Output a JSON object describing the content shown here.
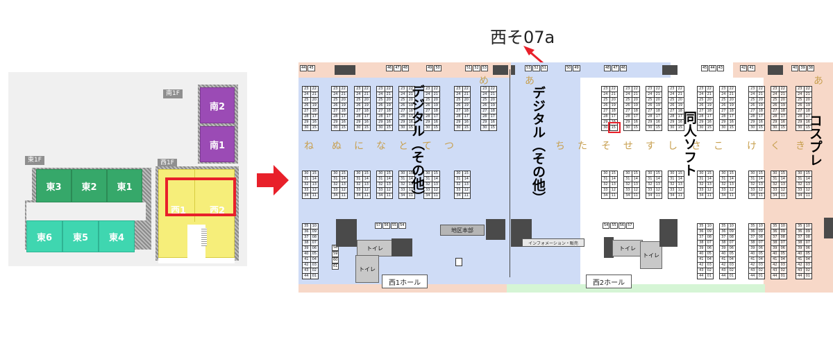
{
  "callout": {
    "label": "西そ07a"
  },
  "overview": {
    "tags": [
      "南1F",
      "東1F",
      "西1F"
    ],
    "halls": {
      "e3": "東3",
      "e2": "東2",
      "e1": "東1",
      "e6": "東6",
      "e5": "東5",
      "e4": "東4",
      "s2": "南2",
      "s1": "南1",
      "w1": "西1",
      "w2": "西2"
    }
  },
  "map": {
    "top_numbers": {
      "a": [
        "44",
        "45"
      ],
      "b": [
        "46",
        "47",
        "48"
      ],
      "c": [
        "49",
        "50"
      ],
      "d": [
        "51",
        "52",
        "53"
      ],
      "e": [
        "53",
        "52",
        "51"
      ],
      "f": [
        "50",
        "49"
      ],
      "g": [
        "48",
        "47",
        "46"
      ],
      "h": [
        "45",
        "44",
        "43"
      ],
      "i": [
        "42",
        "41"
      ],
      "j": [
        "40",
        "39",
        "38"
      ]
    },
    "mid_numbers": {
      "k": [
        "57",
        "56",
        "55",
        "54"
      ],
      "l": [
        "54",
        "55",
        "56",
        "57"
      ]
    },
    "kana": {
      "me": "め",
      "a_left": "あ",
      "a_right": "あ"
    },
    "kana_row": [
      "ね",
      "ぬ",
      "に",
      "な",
      "と",
      "て",
      "つ",
      "ち",
      "た",
      "そ",
      "せ",
      "す",
      "し",
      "さ",
      "こ",
      "け",
      "く",
      "き"
    ],
    "labels": {
      "digital1": "デジタル（その他）",
      "digital2": "デジタル（その他）",
      "doujin": "同人ソフト",
      "cosplay": "コスプレ",
      "toilet": "トイレ",
      "hq": "地区本部",
      "info": "インフォメーション・販売",
      "hall1": "西1ホール",
      "hall2": "西2ホール"
    },
    "left_nums": [
      "58",
      "59",
      "60",
      "61"
    ]
  }
}
